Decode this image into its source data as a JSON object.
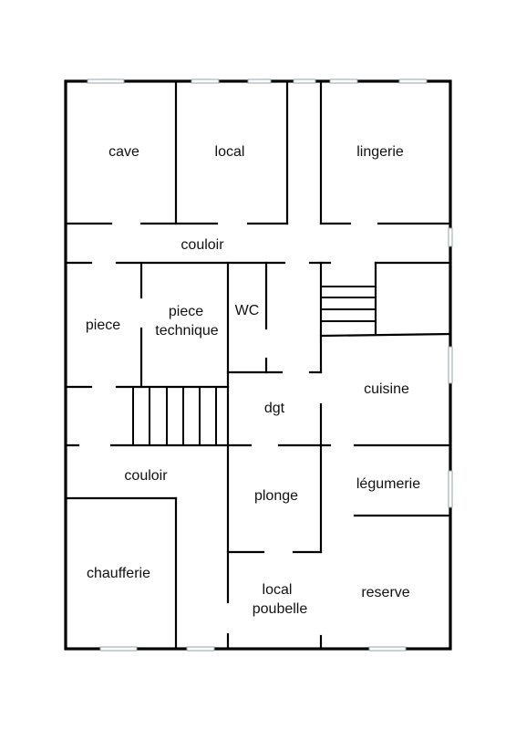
{
  "rooms": {
    "cave": "cave",
    "local": "local",
    "lingerie": "lingerie",
    "couloir_top": "couloir",
    "piece": "piece",
    "piece_technique_1": "piece",
    "piece_technique_2": "technique",
    "wc": "WC",
    "cuisine": "cuisine",
    "dgt": "dgt",
    "couloir_bottom": "couloir",
    "plonge": "plonge",
    "legumerie": "légumerie",
    "chaufferie": "chaufferie",
    "local_poubelle_1": "local",
    "local_poubelle_2": "poubelle",
    "reserve": "reserve"
  }
}
